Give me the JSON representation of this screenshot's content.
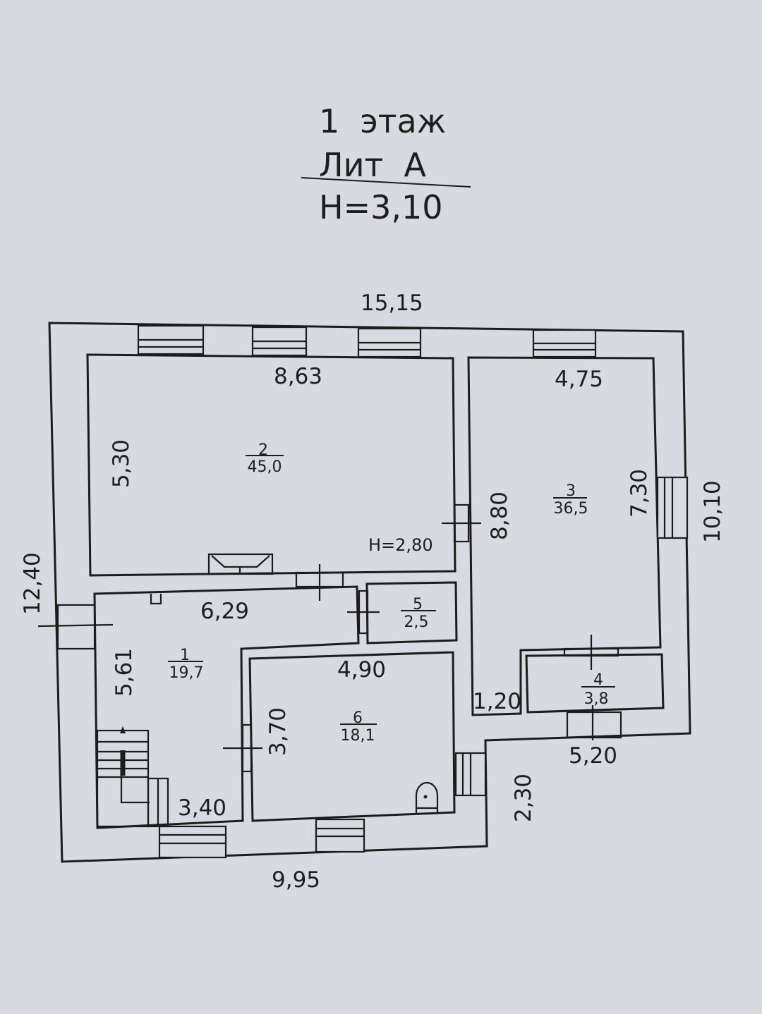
{
  "header": {
    "floor": "1  этаж",
    "letter": "Лит  А",
    "height": "H=3,10"
  },
  "dimensions": {
    "total_width": "15,15",
    "total_depth_left": "12,40",
    "total_depth_right": "10,10",
    "bottom_width": "9,95",
    "room2_width": "8,63",
    "room2_depth": "5,30",
    "room2_height_note": "H=2,80",
    "room3_width": "4,75",
    "room3_depth_left": "8,80",
    "room3_depth_right": "7,30",
    "room1_width": "6,29",
    "room1_depth": "5,61",
    "room1_bottom": "3,40",
    "room6_width": "4,90",
    "room6_depth": "3,70",
    "corridor_width": "1,20",
    "room4_width": "5,20",
    "annex_depth": "2,30"
  },
  "rooms": [
    {
      "number": "1",
      "area": "19,7"
    },
    {
      "number": "2",
      "area": "45,0"
    },
    {
      "number": "3",
      "area": "36,5"
    },
    {
      "number": "4",
      "area": "3,8"
    },
    {
      "number": "5",
      "area": "2,5"
    },
    {
      "number": "6",
      "area": "18,1"
    }
  ],
  "colors": {
    "paper": "#d9d9e1",
    "ink": "#1c1c1c"
  }
}
